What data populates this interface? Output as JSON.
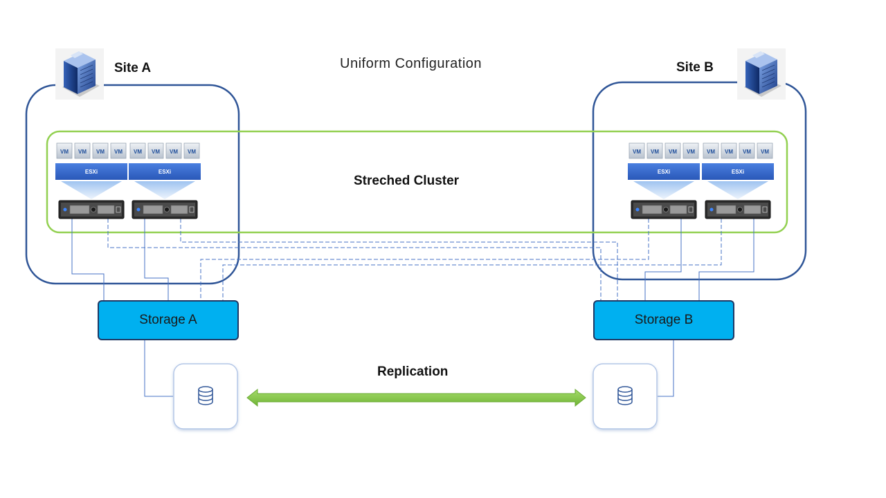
{
  "diagram": {
    "title": "Uniform Configuration",
    "site_a": {
      "label": "Site A"
    },
    "site_b": {
      "label": "Site B"
    },
    "cluster_label": "Streched Cluster",
    "replication_label": "Replication",
    "storage_a": {
      "label": "Storage A"
    },
    "storage_b": {
      "label": "Storage B"
    },
    "hosts": [
      {
        "site": "A",
        "esxi_label": "ESXi",
        "vms": [
          "VM",
          "VM",
          "VM",
          "VM"
        ]
      },
      {
        "site": "A",
        "esxi_label": "ESXi",
        "vms": [
          "VM",
          "VM",
          "VM",
          "VM"
        ]
      },
      {
        "site": "B",
        "esxi_label": "ESXi",
        "vms": [
          "VM",
          "VM",
          "VM",
          "VM"
        ]
      },
      {
        "site": "B",
        "esxi_label": "ESXi",
        "vms": [
          "VM",
          "VM",
          "VM",
          "VM"
        ]
      }
    ],
    "colors": {
      "site_border": "#2f5597",
      "cluster_border": "#92d050",
      "esxi_fill": "#3b6fd0",
      "storage_fill": "#00b0f0",
      "storage_border": "#1f3864",
      "link_line": "#4472c4",
      "replication_arrow": "#8fd14f"
    },
    "icons": [
      "building-icon",
      "database-icon",
      "server-icon"
    ]
  }
}
